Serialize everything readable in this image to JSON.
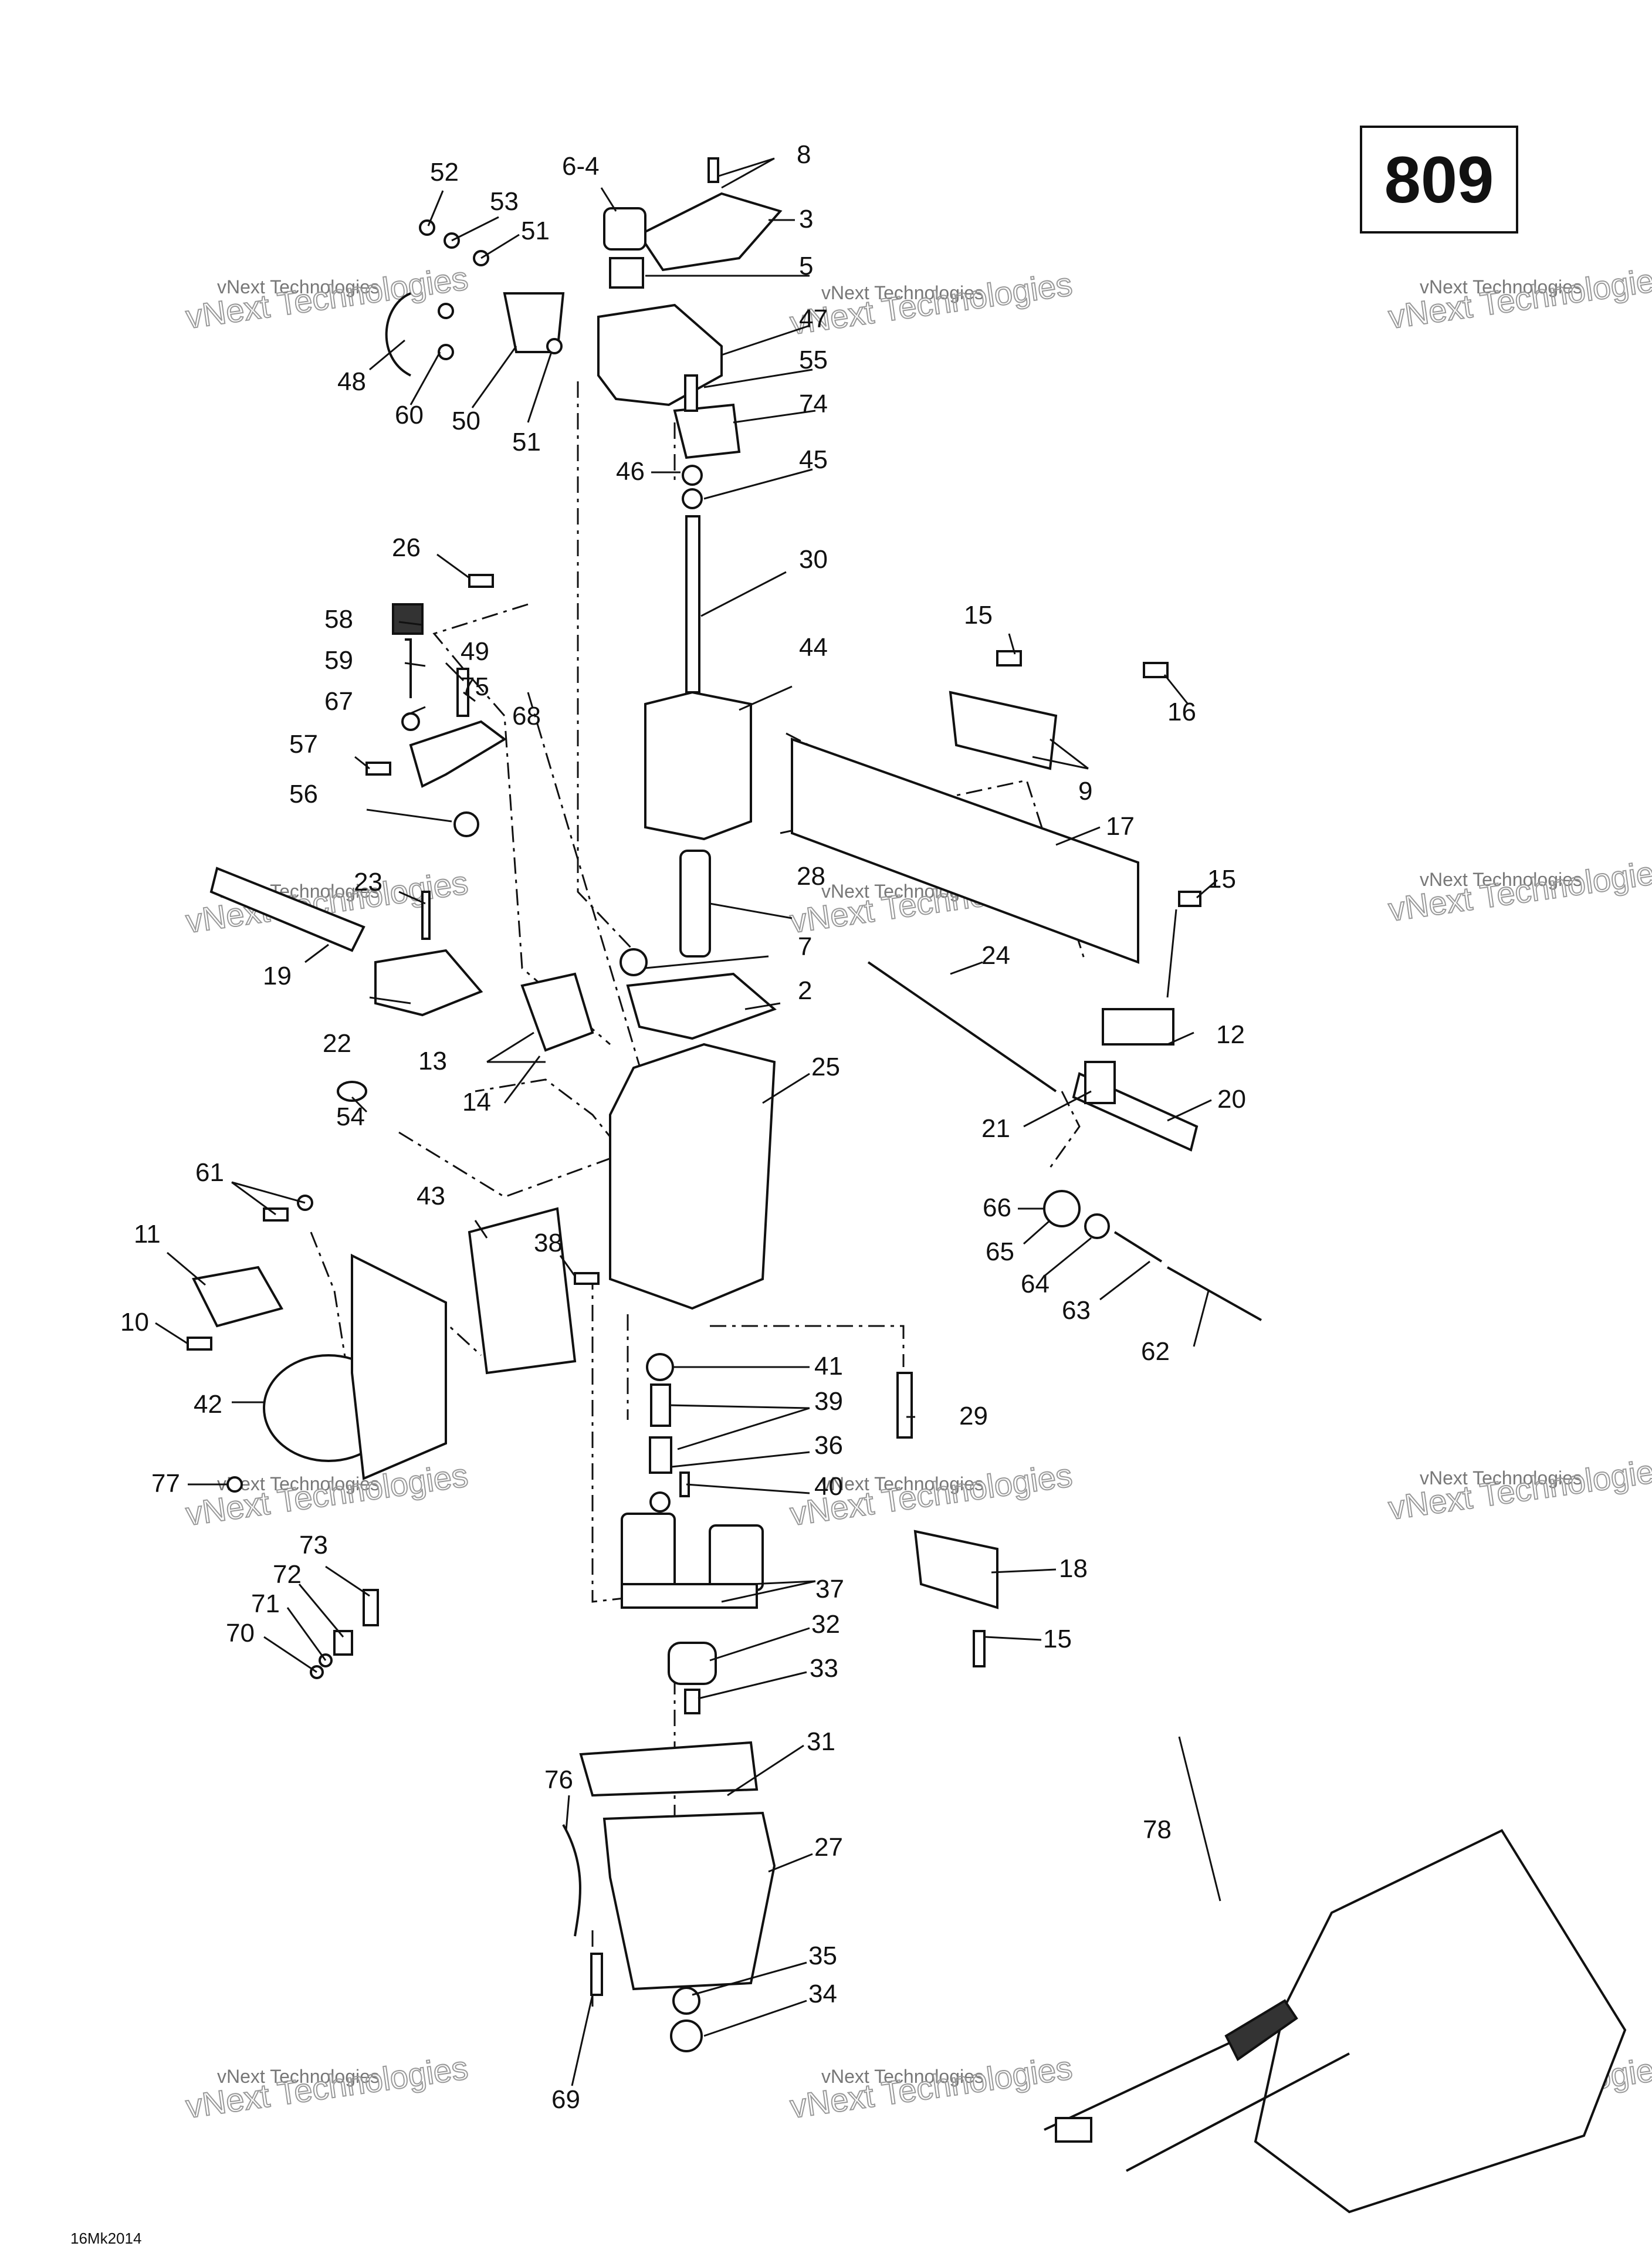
{
  "diagram": {
    "page_number": "809",
    "document_code": "16Mk2014",
    "watermark": {
      "line1": "vNext Technologies",
      "line2": "vNext Technologies"
    },
    "callouts": [
      "52",
      "53",
      "6-4",
      "8",
      "3",
      "51",
      "5",
      "47",
      "48",
      "60",
      "50",
      "51",
      "55",
      "74",
      "46",
      "45",
      "30",
      "26",
      "58",
      "49",
      "59",
      "75",
      "67",
      "68",
      "44",
      "15",
      "16",
      "57",
      "9",
      "56",
      "17",
      "23",
      "28",
      "15",
      "19",
      "7",
      "24",
      "2",
      "22",
      "12",
      "13",
      "25",
      "14",
      "21",
      "20",
      "54",
      "61",
      "66",
      "43",
      "65",
      "11",
      "38",
      "64",
      "63",
      "10",
      "42",
      "62",
      "41",
      "39",
      "29",
      "36",
      "77",
      "40",
      "73",
      "18",
      "72",
      "37",
      "71",
      "15",
      "70",
      "32",
      "33",
      "31",
      "76",
      "27",
      "78",
      "35",
      "34",
      "69"
    ]
  }
}
